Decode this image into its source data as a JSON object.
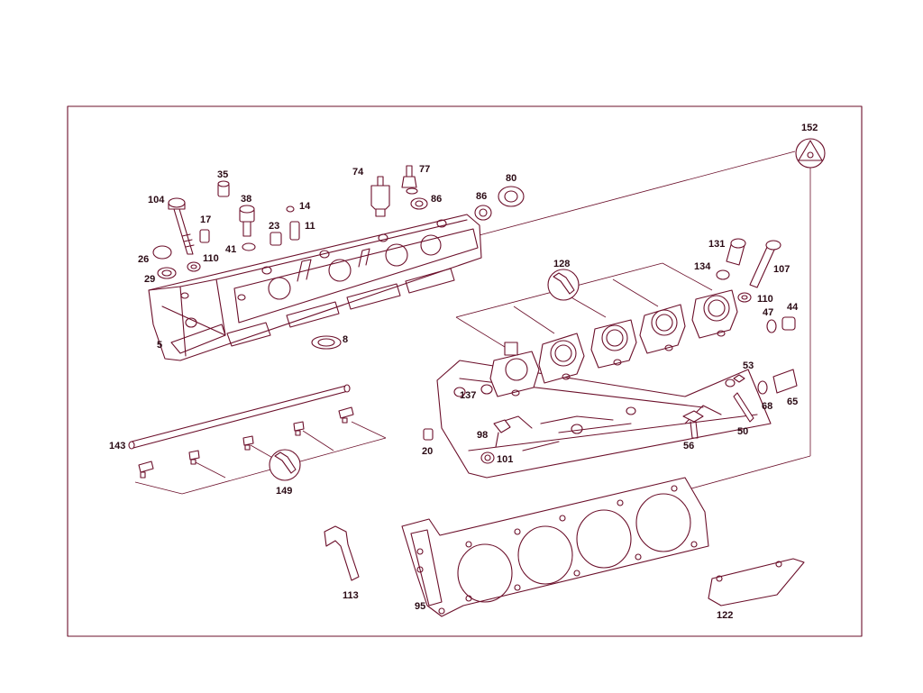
{
  "diagram": {
    "part_labels": [
      "5",
      "8",
      "11",
      "14",
      "17",
      "20",
      "23",
      "26",
      "29",
      "35",
      "38",
      "41",
      "44",
      "47",
      "50",
      "53",
      "56",
      "65",
      "68",
      "74",
      "77",
      "80",
      "86",
      "86",
      "95",
      "98",
      "101",
      "104",
      "107",
      "110",
      "110",
      "113",
      "122",
      "128",
      "131",
      "134",
      "137",
      "143",
      "149",
      "152"
    ]
  },
  "colors": {
    "line": "#6b0f2a",
    "label": "#2a0a14",
    "background": "#ffffff"
  },
  "icons": [
    "wrench-icon",
    "wrench-icon",
    "triangle-socket-icon"
  ]
}
